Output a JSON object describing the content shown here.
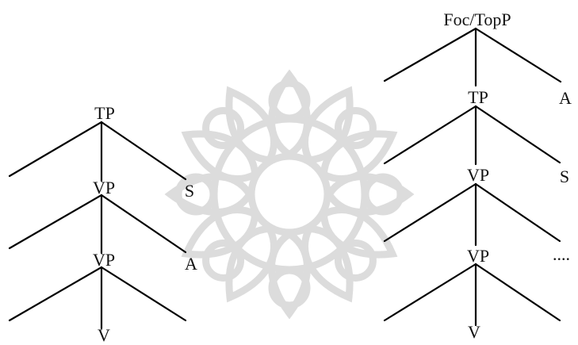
{
  "left_tree": {
    "root": "TP",
    "root_right_leaf": "S",
    "mid": "VP",
    "mid_right_leaf": "A",
    "low": "VP",
    "bottom": "V"
  },
  "right_tree": {
    "root": "Foc/TopP",
    "root_right_leaf": "A",
    "level2": "TP",
    "level2_right_leaf": "S",
    "level3": "VP",
    "level4": "VP",
    "level4_right_leaf": "....",
    "bottom": "V"
  }
}
